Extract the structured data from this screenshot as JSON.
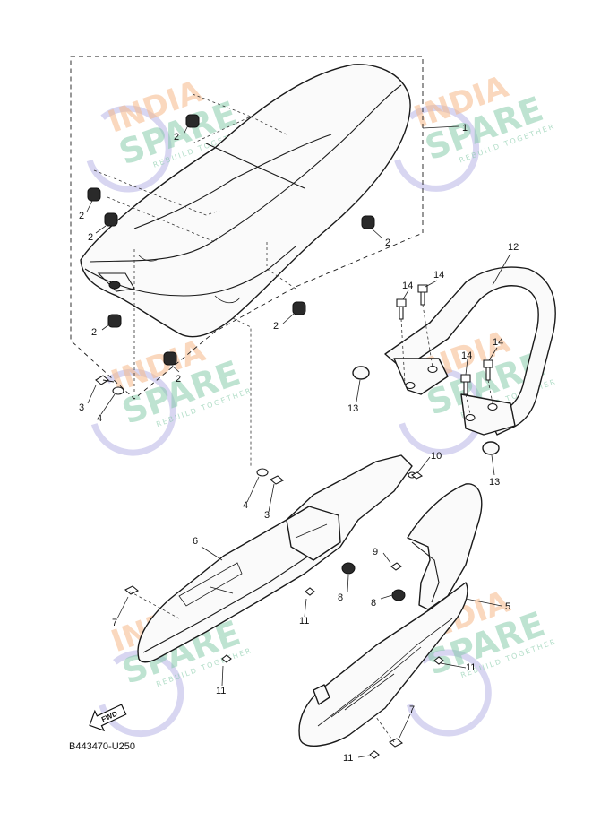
{
  "diagram": {
    "code": "B443470-U250",
    "fwd_label": "FWD",
    "callouts": {
      "c1": "1",
      "c2a": "2",
      "c2b": "2",
      "c2c": "2",
      "c2d": "2",
      "c2e": "2",
      "c2f": "2",
      "c2g": "2",
      "c3a": "3",
      "c3b": "3",
      "c4a": "4",
      "c4b": "4",
      "c5": "5",
      "c6": "6",
      "c7a": "7",
      "c7b": "7",
      "c8a": "8",
      "c8b": "8",
      "c9": "9",
      "c10": "10",
      "c11a": "11",
      "c11b": "11",
      "c11c": "11",
      "c11d": "11",
      "c12": "12",
      "c13a": "13",
      "c13b": "13",
      "c14a": "14",
      "c14b": "14",
      "c14c": "14",
      "c14d": "14"
    }
  },
  "watermark": {
    "line1": "INDIA",
    "line2": "SPARE",
    "tagline": "REBUILD TOGETHER",
    "colors": {
      "india": "#f6b98a",
      "spare": "#7fc8a4",
      "logo": "#a9a3e0"
    }
  }
}
